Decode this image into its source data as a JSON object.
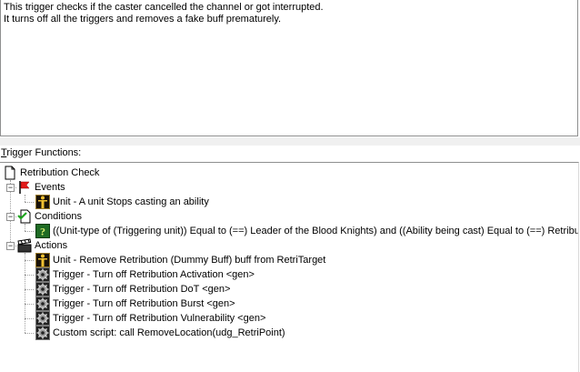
{
  "comment": {
    "lines": [
      "This trigger checks if the caster cancelled the channel or got interrupted.",
      "It turns off all the triggers and removes a fake buff prematurely."
    ]
  },
  "functions_label": {
    "prefix": "T",
    "rest": "rigger Functions:"
  },
  "tree": {
    "root": {
      "label": "Retribution Check",
      "icon": "trigger-document-icon"
    },
    "events": {
      "label": "Events",
      "icon": "red-flag-icon",
      "expander": "−",
      "items": [
        {
          "label": "Unit - A unit Stops casting an ability",
          "icon": "unit-figure-icon"
        }
      ]
    },
    "conditions": {
      "label": "Conditions",
      "icon": "condition-document-icon",
      "expander": "−",
      "items": [
        {
          "label": "((Unit-type of (Triggering unit)) Equal to (==) Leader of the Blood Knights) and ((Ability being cast) Equal to (==) Retribution )",
          "icon": "and-condition-icon"
        }
      ]
    },
    "actions": {
      "label": "Actions",
      "icon": "clapperboard-icon",
      "expander": "−",
      "items": [
        {
          "label": "Unit - Remove Retribution (Dummy Buff) buff from RetriTarget",
          "icon": "unit-figure-icon"
        },
        {
          "label": "Trigger - Turn off Retribution Activation <gen>",
          "icon": "gear-icon"
        },
        {
          "label": "Trigger - Turn off Retribution DoT <gen>",
          "icon": "gear-icon"
        },
        {
          "label": "Trigger - Turn off Retribution Burst <gen>",
          "icon": "gear-icon"
        },
        {
          "label": "Trigger - Turn off Retribution Vulnerability <gen>",
          "icon": "gear-icon"
        },
        {
          "label": "Custom script:   call RemoveLocation(udg_RetriPoint)",
          "icon": "gear-icon"
        }
      ]
    }
  }
}
